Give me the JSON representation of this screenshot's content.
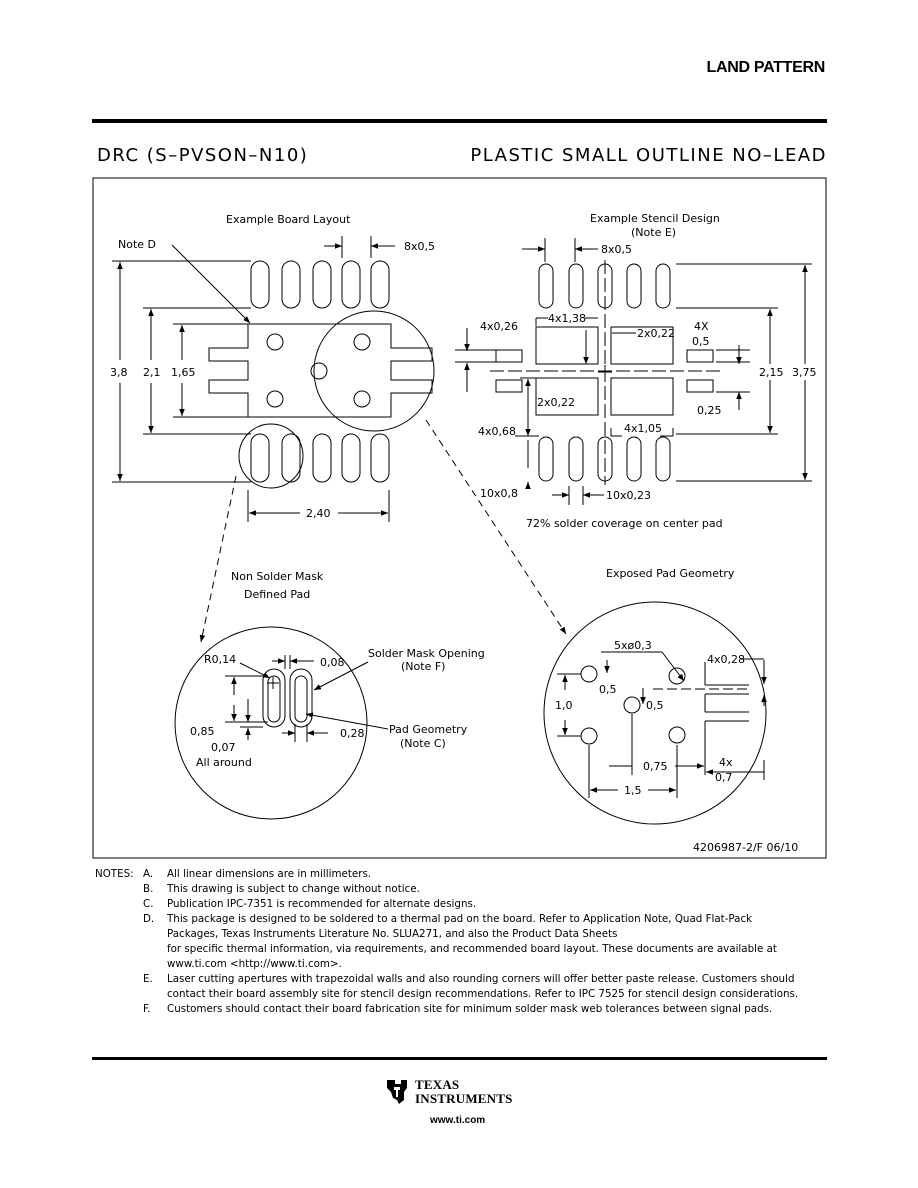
{
  "header": {
    "title": "LAND PATTERN",
    "package_code": "DRC (S–PVSON–N10)",
    "package_desc": "PLASTIC SMALL OUTLINE NO–LEAD"
  },
  "board": {
    "title": "Example Board Layout",
    "note_d": "Note D",
    "pitch": "8x0,5",
    "dim_3_8": "3,8",
    "dim_2_1": "2,1",
    "dim_1_65": "1,65",
    "dim_2_40": "2,40"
  },
  "stencil": {
    "title_line1": "Example Stencil Design",
    "title_line2": "(Note E)",
    "pitch": "8x0,5",
    "d_4x026": "4x0,26",
    "d_4x138": "4x1,38",
    "d_2x022_top": "2x0,22",
    "d_4x": "4X",
    "d_05": "0,5",
    "d_2x022_left": "2x0,22",
    "d_215": "2,15",
    "d_375": "3,75",
    "d_025": "0,25",
    "d_4x068": "4x0,68",
    "d_4x105": "4x1,05",
    "d_10x08": "10x0,8",
    "d_10x023": "10x0,23",
    "coverage": "72% solder coverage on center pad"
  },
  "nsmd": {
    "title_line1": "Non Solder Mask",
    "title_line2": "Defined Pad",
    "r014": "R0,14",
    "d_008": "0,08",
    "mask_line1": "Solder Mask Opening",
    "mask_line2": "(Note F)",
    "geom_line1": "Pad Geometry",
    "geom_line2": "(Note C)",
    "d_085": "0,85",
    "d_028": "0,28",
    "d_007": "0,07",
    "all_around": "All around"
  },
  "exposed": {
    "title": "Exposed Pad Geometry",
    "d_5x03": "5xø0,3",
    "d_4x028": "4x0,28",
    "d_05a": "0,5",
    "d_10": "1,0",
    "d_05b": "0,5",
    "d_075": "0,75",
    "d_4x": "4x",
    "d_07": "0,7",
    "d_15": "1,5"
  },
  "drawing_number": "4206987-2/F 06/10",
  "notes": {
    "heading": "NOTES:",
    "items": [
      {
        "letter": "A.",
        "lines": [
          "All linear dimensions are in millimeters."
        ]
      },
      {
        "letter": "B.",
        "lines": [
          "This drawing is subject to change without notice."
        ]
      },
      {
        "letter": "C.",
        "lines": [
          "Publication IPC-7351 is recommended for alternate designs."
        ]
      },
      {
        "letter": "D.",
        "lines": [
          "This package is designed to be soldered to a thermal pad on the board.  Refer to Application Note, Quad Flat-Pack",
          "Packages, Texas Instruments Literature No. SLUA271, and also the Product Data Sheets",
          "for specific thermal information, via requirements, and recommended board layout.  These documents are available at",
          "www.ti.com <http://www.ti.com>."
        ]
      },
      {
        "letter": "E.",
        "lines": [
          "Laser cutting apertures with trapezoidal walls and also rounding corners will offer better paste release.  Customers should",
          "contact their board assembly site for stencil design recommendations.  Refer to IPC 7525 for stencil design considerations."
        ]
      },
      {
        "letter": "F.",
        "lines": [
          "Customers should contact their board fabrication site for minimum solder mask web tolerances between signal pads."
        ]
      }
    ]
  },
  "footer": {
    "brand_line1": "TEXAS",
    "brand_line2": "INSTRUMENTS",
    "url": "www.ti.com"
  }
}
